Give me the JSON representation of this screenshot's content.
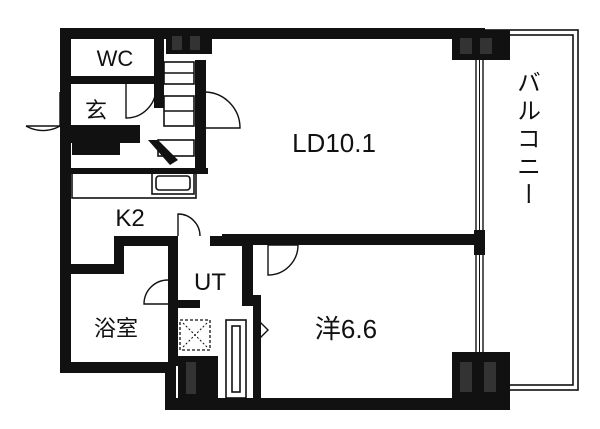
{
  "colors": {
    "wall": "#111111",
    "background": "#ffffff",
    "column": "#1a1a1a"
  },
  "rooms": {
    "wc": "WC",
    "entrance": "玄",
    "living": "LD10.1",
    "kitchen": "K2",
    "utility": "UT",
    "bath": "浴室",
    "bedroom": "洋6.6",
    "balcony": "バルコニー"
  }
}
